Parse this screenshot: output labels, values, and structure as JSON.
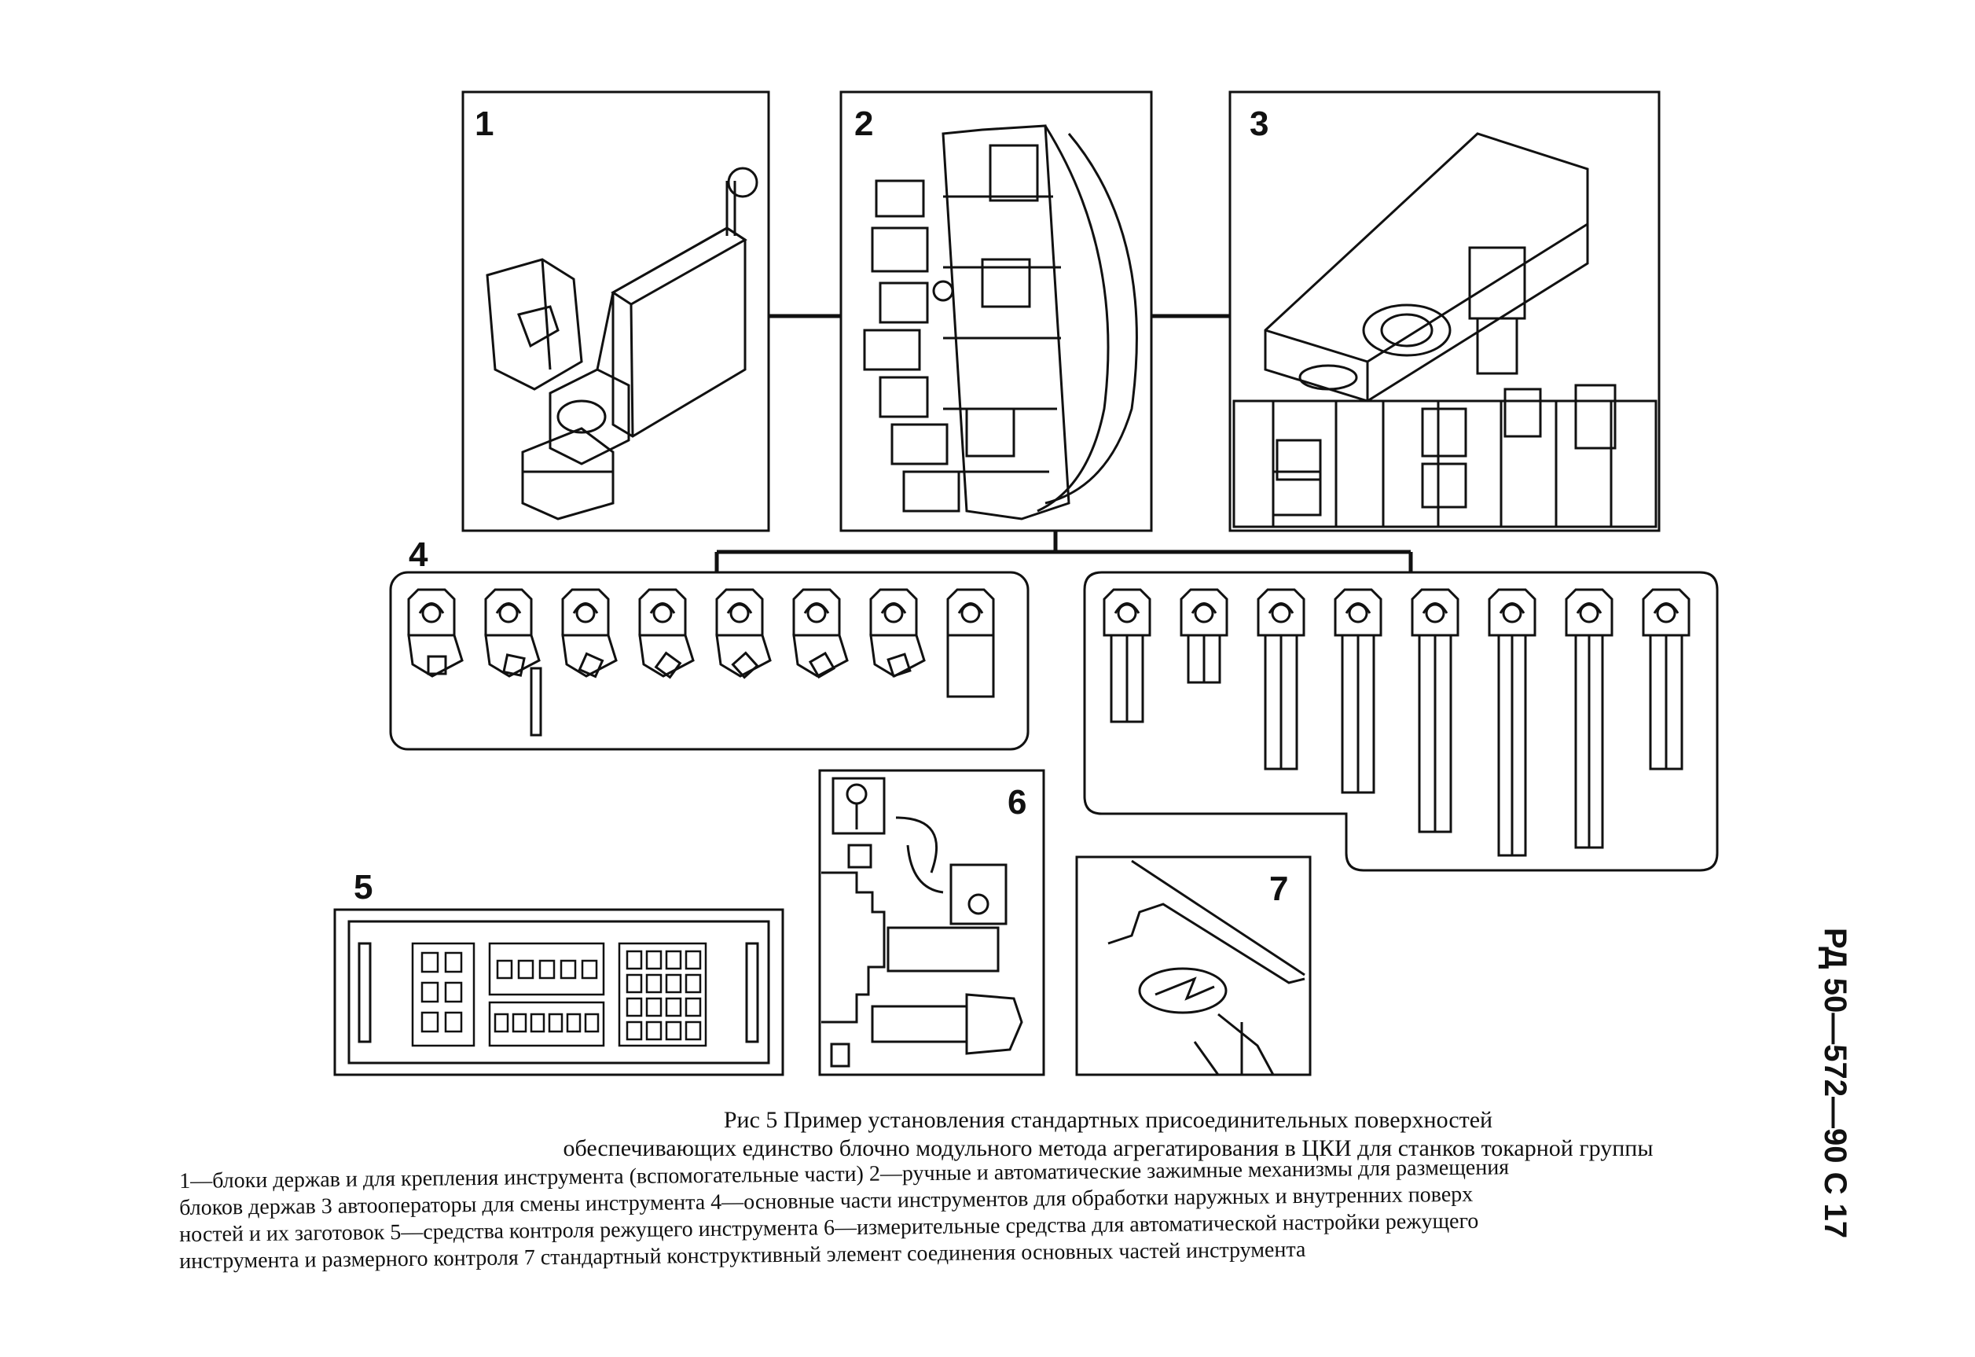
{
  "panels": [
    {
      "number": "1"
    },
    {
      "number": "2"
    },
    {
      "number": "3"
    },
    {
      "number": "4"
    },
    {
      "number": "5"
    },
    {
      "number": "6"
    },
    {
      "number": "7"
    }
  ],
  "caption": {
    "line1": "Рис 5 Пример установления стандартных присоединительных поверхностей",
    "line2": "обеспечивающих единство блочно модульного метода агрегатирования в ЦКИ для станков токарной группы"
  },
  "legend": {
    "line1": "1—блоки держав и для крепления инструмента (вспомогательные части) 2—ручные и автоматические зажимные механизмы для размещения",
    "line2": "блоков держав 3 автооператоры для смены инструмента 4—основные части инструментов для обработки наружных и внутренних поверх",
    "line3": "ностей и их заготовок 5—средства контроля режущего инструмента 6—измерительные средства для автоматической настройки режущего",
    "line4": "инструмента и размерного контроля 7 стандартный конструктивный элемент соединения основных частей инструмента"
  },
  "page_number": "РД 50—572—90 С 17",
  "colors": {
    "ink": "#111111",
    "paper": "#ffffff"
  }
}
